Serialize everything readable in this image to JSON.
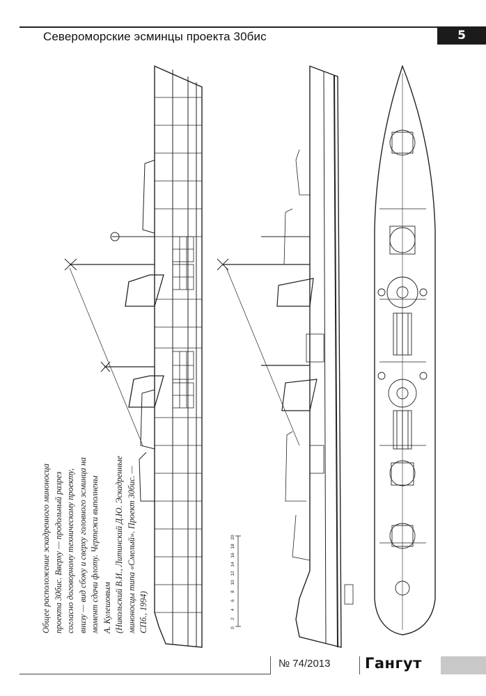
{
  "header": {
    "title": "Североморские эсминцы проекта 30бис",
    "page_number": "5"
  },
  "caption": {
    "lines": [
      "Общее расположение эскадренного миноносца",
      "проекта 30бис. Вверху — продольный разрез",
      "согласно договорному техническому проекту,",
      "внизу — вид сбоку и сверху головного эсминца на",
      "момент сдачи флоту. Чертежи выполнены",
      "А. Кулешовым",
      "(Никольский В.И., Литинский Д.Ю. Эскадренные",
      "миноносцы типа «Смелый». Проект 30бис. —",
      "СПб., 1994)"
    ]
  },
  "scale_bar": {
    "labels": [
      "0",
      "2",
      "4",
      "6",
      "8",
      "10",
      "12",
      "14",
      "16",
      "18",
      "20"
    ]
  },
  "footer": {
    "issue": "№ 74/2013",
    "logo": "Гангут"
  }
}
